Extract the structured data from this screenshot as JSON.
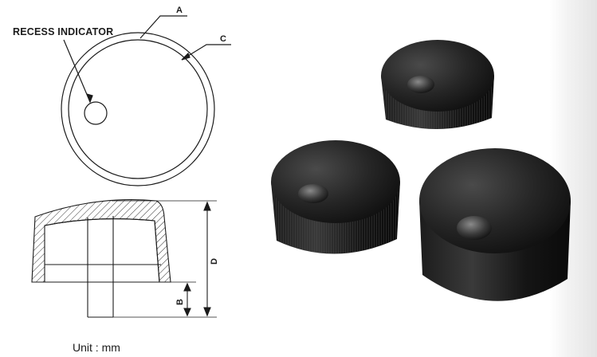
{
  "drawing": {
    "recess_label": "RECESS INDICATOR",
    "dim_a": "A",
    "dim_b": "B",
    "dim_c": "C",
    "dim_d": "D",
    "unit_label": "Unit : mm"
  },
  "photo": {
    "knobs": [
      {
        "name": "knob-small-top"
      },
      {
        "name": "knob-medium-left"
      },
      {
        "name": "knob-large-right"
      }
    ],
    "colors": {
      "knob_body": "#141414",
      "knob_highlight": "#6a6a6a"
    }
  }
}
